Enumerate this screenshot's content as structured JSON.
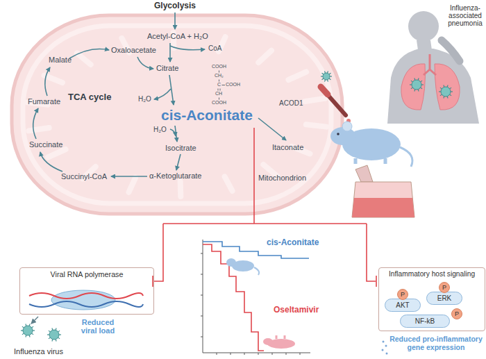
{
  "diagram": {
    "nodes": [
      {
        "text": [
          "Viral RNA polymerase"
        ]
      },
      {
        "text": [
          "Inflammatory host signaling"
        ]
      },
      {
        "text": [
          "P"
        ],
        "in": 1
      },
      {
        "text": [
          "ERK"
        ],
        "in": 1
      },
      {
        "text": [
          "P"
        ],
        "in": 1
      },
      {
        "text": [
          "AKT"
        ],
        "in": 1
      },
      {
        "text": [
          "P"
        ],
        "in": 1
      },
      {
        "text": [
          "NF-kB"
        ],
        "in": 1
      }
    ],
    "labels": [
      "Glycolysis",
      "Acetyl-CoA + H₂O",
      "CoA",
      "Oxaloacetate",
      "Citrate",
      "H₂O",
      "cis-Aconitate",
      "H₂O",
      "Isocitrate",
      "α-Ketoglutarate",
      "Succinyl-CoA",
      "Succinate",
      "Fumarate",
      "Malate",
      "TCA cycle",
      "COOH",
      "CH₂",
      "C",
      "COOH",
      "CH",
      "COOH",
      "ACOD1",
      "Itaconate",
      "Mitochondrion",
      "Influenza-associated pneumonia",
      "Reduced viral load",
      "Influenza virus",
      "cis-Aconitate",
      "Oseltamivir",
      "Reduced pro-inflammatory gene expression"
    ]
  }
}
